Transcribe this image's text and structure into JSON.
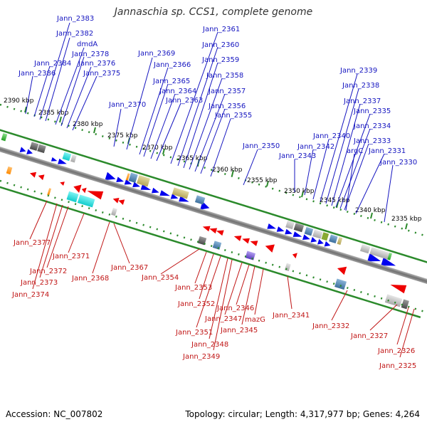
{
  "title": "Jannaschia sp. CCS1, complete genome",
  "footer": {
    "accession": "Accession: NC_007802",
    "summary": "Topology: circular; Length: 4,317,977 bp; Genes: 4,264"
  },
  "colors": {
    "forward": "#0000ee",
    "reverse": "#ee0000",
    "backbone": "#8a8a8a",
    "tick": "#2b8a2b",
    "label_forward": "#1515c0",
    "label_reverse": "#c01515"
  },
  "kbp_labels": [
    "2390 kbp",
    "2385 kbp",
    "2380 kbp",
    "2375 kbp",
    "2370 kbp",
    "2365 kbp",
    "2360 kbp",
    "2355 kbp",
    "2350 kbp",
    "2345 kbp",
    "2340 kbp",
    "2335 kbp"
  ],
  "top_labels": [
    "Jann_2383",
    "Jann_2382",
    "dmdA",
    "Jann_2378",
    "Jann_2384",
    "Jann_2376",
    "Jann_2386",
    "Jann_2375",
    "Jann_2369",
    "Jann_2366",
    "Jann_2370",
    "Jann_2365",
    "Jann_2364",
    "Jann_2363",
    "Jann_2361",
    "Jann_2360",
    "Jann_2359",
    "Jann_2358",
    "Jann_2357",
    "Jann_2356",
    "Jann_2355",
    "Jann_2350",
    "Jann_2339",
    "Jann_2338",
    "Jann_2337",
    "Jann_2335",
    "Jann_2334",
    "Jann_2340",
    "Jann_2333",
    "Jann_2342",
    "argC",
    "Jann_2331",
    "Jann_2343",
    "Jann_2330"
  ],
  "bottom_labels": [
    "Jann_2377",
    "Jann_2371",
    "Jann_2372",
    "Jann_2373",
    "Jann_2374",
    "Jann_2368",
    "Jann_2367",
    "Jann_2354",
    "Jann_2353",
    "Jann_2352",
    "Jann_2346",
    "Jann_2347",
    "mazG",
    "Jann_2345",
    "Jann_2351",
    "Jann_2348",
    "Jann_2349",
    "Jann_2341",
    "Jann_2332",
    "Jann_2327",
    "Jann_2326",
    "Jann_2325"
  ]
}
